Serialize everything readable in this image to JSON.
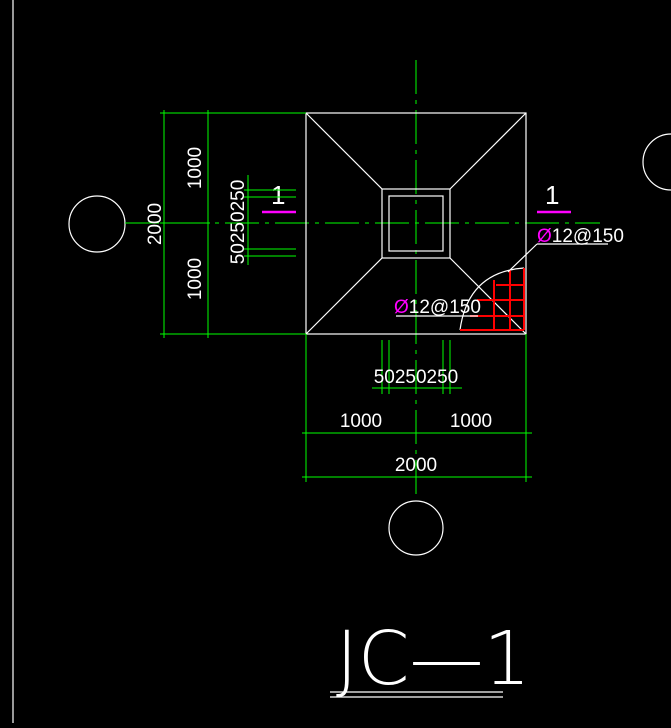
{
  "drawing": {
    "title": "JC—1",
    "section_mark": "1",
    "rebar_x": {
      "symbol": "Ø",
      "spec": "12@150"
    },
    "rebar_y": {
      "symbol": "Ø",
      "spec": "12@150"
    }
  },
  "dimensions": {
    "bottom_total": "2000",
    "bottom_left": "1000",
    "bottom_right": "1000",
    "bottom_column": "50250250",
    "left_total": "2000",
    "left_top": "1000",
    "left_bottom": "1000",
    "left_column": "50250250"
  },
  "colors": {
    "background": "#000000",
    "outline": "#ffffff",
    "dimension": "#00ff00",
    "rebar": "#ff0000",
    "annotation": "#ff00ff"
  }
}
